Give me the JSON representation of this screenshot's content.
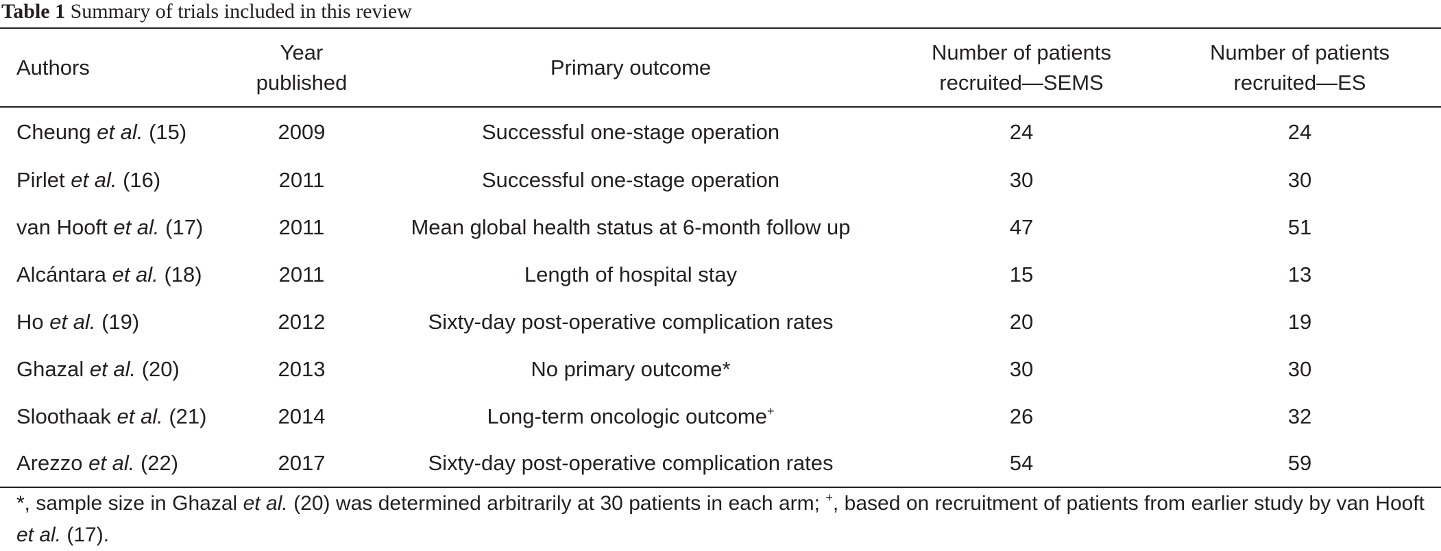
{
  "caption": {
    "label": "Table 1",
    "text": "Summary of trials included in this review"
  },
  "headers": {
    "authors": "Authors",
    "year_line1": "Year",
    "year_line2": "published",
    "outcome": "Primary outcome",
    "sems_line1": "Number of patients",
    "sems_line2": "recruited—SEMS",
    "es_line1": "Number of patients",
    "es_line2": "recruited—ES"
  },
  "rows": [
    {
      "author": "Cheung",
      "etal": "et al.",
      "ref": "(15)",
      "year": "2009",
      "outcome": "Successful one-stage operation",
      "outcome_sup": "",
      "sems": "24",
      "es": "24"
    },
    {
      "author": "Pirlet",
      "etal": "et al.",
      "ref": "(16)",
      "year": "2011",
      "outcome": "Successful one-stage operation",
      "outcome_sup": "",
      "sems": "30",
      "es": "30"
    },
    {
      "author": "van Hooft",
      "etal": "et al.",
      "ref": "(17)",
      "year": "2011",
      "outcome": "Mean global health status at 6-month follow up",
      "outcome_sup": "",
      "sems": "47",
      "es": "51"
    },
    {
      "author": "Alcántara",
      "etal": "et al.",
      "ref": "(18)",
      "year": "2011",
      "outcome": "Length of hospital stay",
      "outcome_sup": "",
      "sems": "15",
      "es": "13"
    },
    {
      "author": "Ho",
      "etal": "et al.",
      "ref": "(19)",
      "year": "2012",
      "outcome": "Sixty-day post-operative complication rates",
      "outcome_sup": "",
      "sems": "20",
      "es": "19"
    },
    {
      "author": "Ghazal",
      "etal": "et al.",
      "ref": "(20)",
      "year": "2013",
      "outcome": "No primary outcome*",
      "outcome_sup": "",
      "sems": "30",
      "es": "30"
    },
    {
      "author": "Sloothaak",
      "etal": "et al.",
      "ref": "(21)",
      "year": "2014",
      "outcome": "Long-term oncologic outcome",
      "outcome_sup": "+",
      "sems": "26",
      "es": "32"
    },
    {
      "author": "Arezzo",
      "etal": "et al.",
      "ref": "(22)",
      "year": "2017",
      "outcome": "Sixty-day post-operative complication rates",
      "outcome_sup": "",
      "sems": "54",
      "es": "59"
    }
  ],
  "footnote": {
    "part1": "*, sample size in Ghazal ",
    "etal1": "et al.",
    "part2": " (20) was determined arbitrarily at 30 patients in each arm; ",
    "sup": "+",
    "part3": ", based on recruitment of patients from earlier study by van Hooft ",
    "etal2": "et al.",
    "part4": " (17)."
  }
}
